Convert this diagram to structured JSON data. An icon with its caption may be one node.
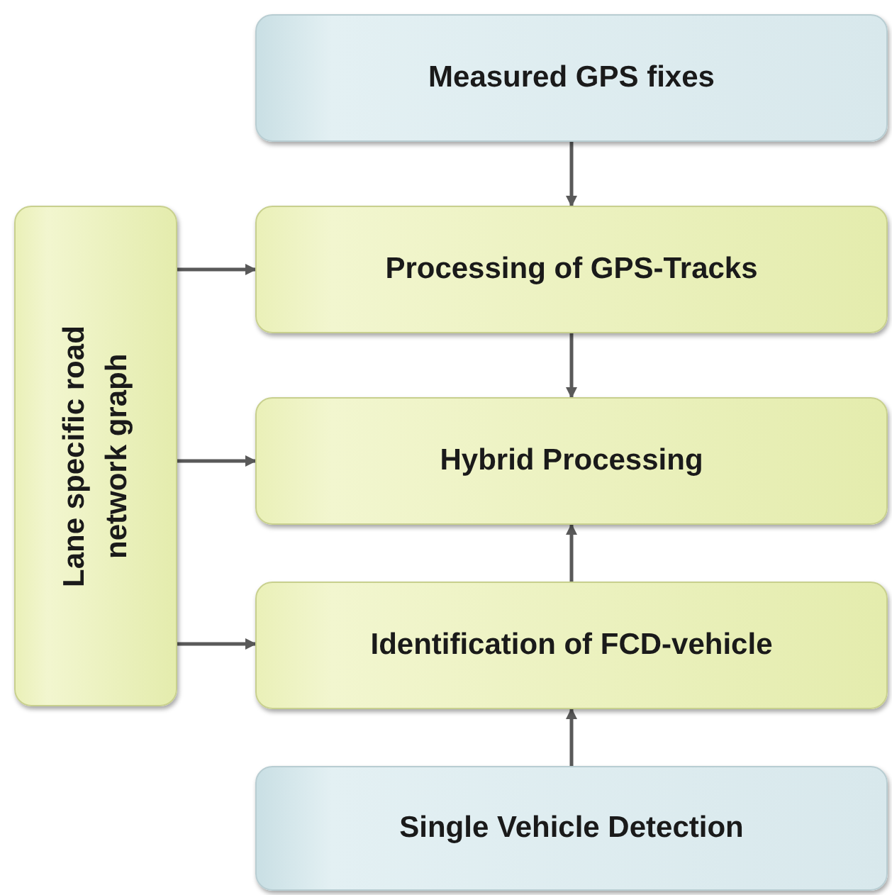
{
  "diagram": {
    "nodes": [
      {
        "text": [
          "Measured GPS fixes"
        ]
      },
      {
        "text": [
          "Lane specific road network graph"
        ]
      },
      {
        "text": [
          "Processing of GPS-Tracks"
        ]
      },
      {
        "text": [
          "Hybrid Processing"
        ]
      },
      {
        "text": [
          "Identification of FCD-vehicle"
        ]
      },
      {
        "text": [
          "Single Vehicle Detection"
        ]
      }
    ],
    "edges": [
      {
        "from": 0,
        "to": 2,
        "arrow": "to"
      },
      {
        "from": 1,
        "to": 2,
        "arrow": "to"
      },
      {
        "from": 2,
        "to": 3,
        "arrow": "to"
      },
      {
        "from": 1,
        "to": 3,
        "arrow": "to"
      },
      {
        "from": 4,
        "to": 3,
        "arrow": "to"
      },
      {
        "from": 1,
        "to": 4,
        "arrow": "to"
      },
      {
        "from": 5,
        "to": 4,
        "arrow": "to"
      }
    ]
  }
}
